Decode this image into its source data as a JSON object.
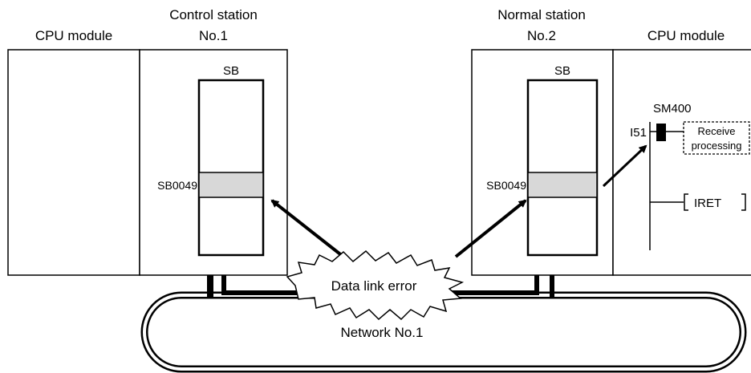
{
  "left": {
    "cpu_label": "CPU module",
    "station_title_line1": "Control station",
    "station_title_line2": "No.1",
    "sb_label": "SB",
    "sb_address": "SB0049"
  },
  "right": {
    "station_title_line1": "Normal station",
    "station_title_line2": "No.2",
    "cpu_label": "CPU module",
    "sb_label": "SB",
    "sb_address": "SB0049"
  },
  "ladder": {
    "contact_label": "SM400",
    "interrupt_label": "I51",
    "receive_line1": "Receive",
    "receive_line2": "processing",
    "iret_label": "IRET"
  },
  "error_label": "Data link error",
  "network_label": "Network No.1"
}
